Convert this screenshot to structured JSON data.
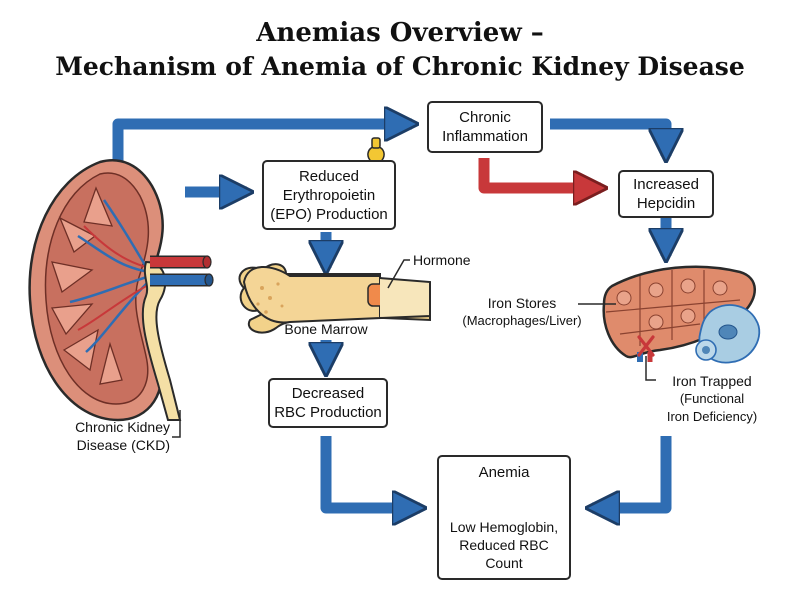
{
  "title": {
    "line1": "Anemias Overview –",
    "line2": "Mechanism of Anemia of Chronic Kidney Disease"
  },
  "boxes": {
    "inflammation": {
      "l1": "Chronic",
      "l2": "Inflammation"
    },
    "epo": {
      "l1": "Reduced",
      "l2": "Erythropoietin",
      "l3": "(EPO) Production"
    },
    "hepcidin": {
      "l1": "Increased",
      "l2": "Hepcidin"
    },
    "rbc": {
      "l1": "Decreased",
      "l2": "RBC Production"
    },
    "anemia": {
      "title": "Anemia",
      "l1": "Low Hemoglobin,",
      "l2": "Reduced RBC Count"
    }
  },
  "labels": {
    "hormone": "Hormone",
    "bone_marrow": "Bone Marrow",
    "ckd_l1": "Chronic Kidney",
    "ckd_l2": "Disease (CKD)",
    "iron_stores": "Iron Stores",
    "iron_stores_sub": "(Macrophages/Liver)",
    "iron_trapped": "Iron Trapped",
    "iron_trapped_sub1": "(Functional",
    "iron_trapped_sub2": "Iron Deficiency)"
  },
  "colors": {
    "arrow_blue": "#2f6db3",
    "arrow_red": "#c8383a",
    "kidney": "#dc8f7a",
    "liver": "#df8b6c",
    "bone": "#f2d28a",
    "rbc": "#d9534f"
  },
  "icons": [
    "kidney-illustration",
    "bone-illustration",
    "liver-illustration",
    "hormone-drop-icon",
    "macrophage-icon",
    "blocked-x-icon",
    "red-blood-cell-icon"
  ]
}
